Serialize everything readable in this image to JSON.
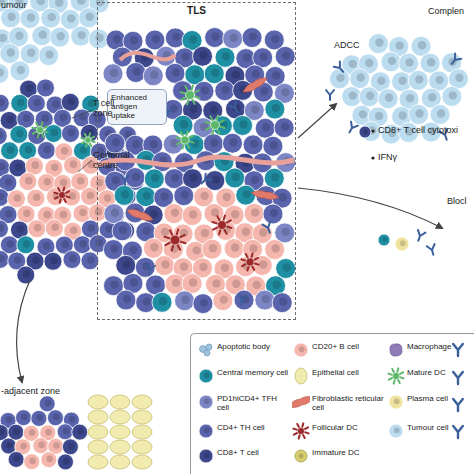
{
  "diagram": {
    "nodes": [
      {
        "text": [
          "TLS"
        ]
      },
      {
        "text": [
          "Enhanced antigen uptake"
        ],
        "in": 0
      }
    ],
    "labels": [
      "umour",
      "T cell zone",
      "Germinal centre",
      "-adjacent zone",
      "Complen",
      "ADCC",
      "CD8+ T cell cytotoxi",
      "IFNγ",
      "Blocl"
    ],
    "legend": [
      {
        "text": "Apoptotic body"
      },
      {
        "text": "Central memory cell"
      },
      {
        "text": "PD1hiCD4+ TFH cell"
      },
      {
        "text": "CD4+ TH cell"
      },
      {
        "text": "CD8+ T cell"
      },
      {
        "text": "CD20+ B cell"
      },
      {
        "text": "Epithelial cell"
      },
      {
        "text": "Fibroblastic reticular cell"
      },
      {
        "text": "Follicular DC"
      },
      {
        "text": "Immature DC"
      },
      {
        "text": "Macrophage"
      },
      {
        "text": "Mature DC"
      },
      {
        "text": "Plasma cell"
      },
      {
        "text": "Tumour cell"
      }
    ]
  }
}
